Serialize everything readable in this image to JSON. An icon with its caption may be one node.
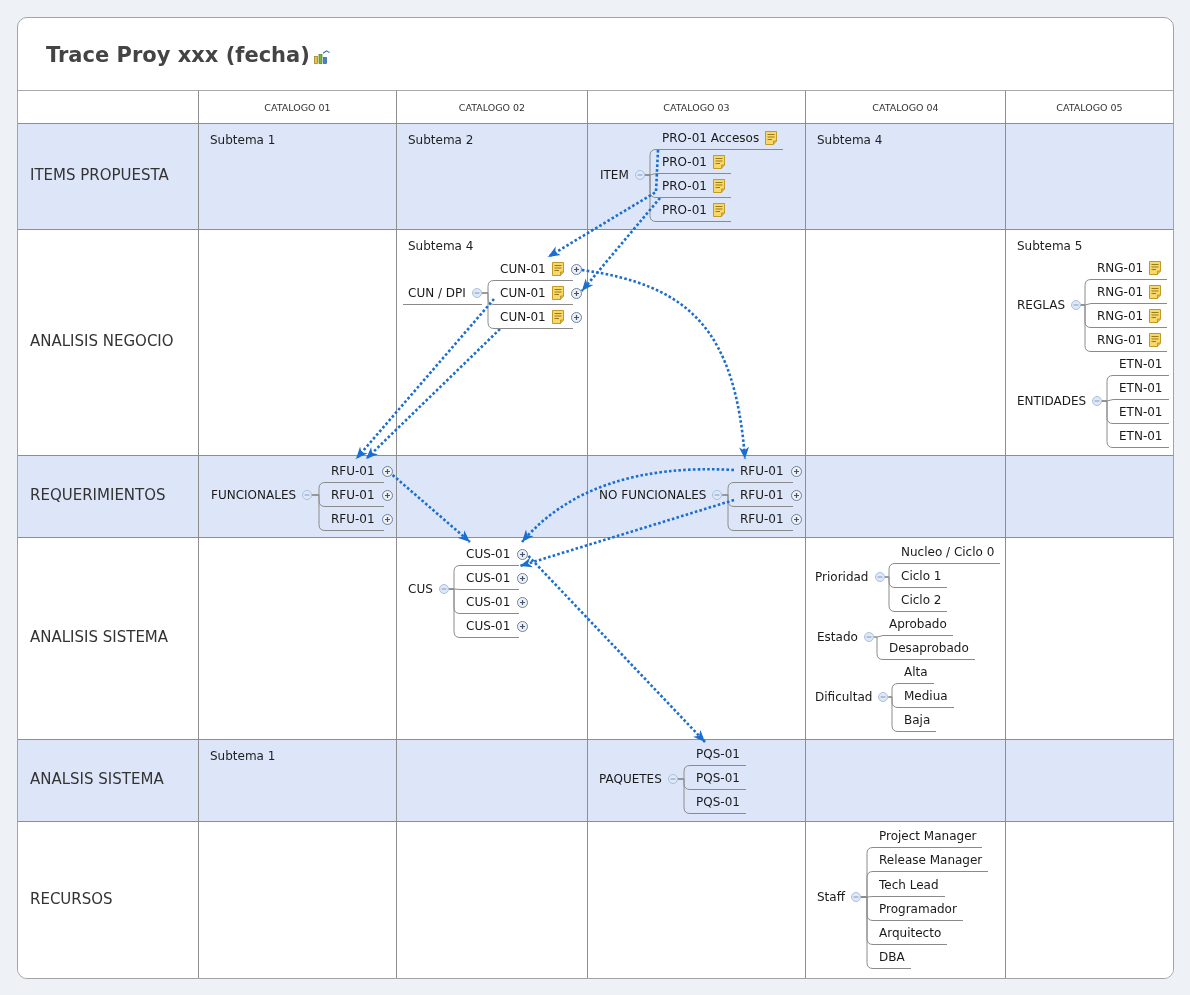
{
  "diagram": {
    "title": "Trace Proy xxx (fecha)",
    "nodes": [
      {
        "text": [
          "CATALOGO 01"
        ]
      },
      {
        "text": [
          "CATALOGO 02"
        ]
      },
      {
        "text": [
          "CATALOGO 03"
        ]
      },
      {
        "text": [
          "CATALOGO 04"
        ]
      },
      {
        "text": [
          "CATALOGO 05"
        ]
      },
      {
        "text": [
          "ITEMS PROPUESTA"
        ]
      },
      {
        "text": [
          "Subtema 1"
        ]
      },
      {
        "text": [
          "Subtema 2"
        ]
      },
      {
        "text": [],
        "shape": "box"
      },
      {
        "text": [
          "ITEM"
        ],
        "in": 8
      },
      {
        "text": [
          "PRO-01 Accesos"
        ],
        "in": 8
      },
      {
        "text": [
          "PRO-01"
        ],
        "in": 8
      },
      {
        "text": [
          "PRO-01"
        ],
        "in": 8
      },
      {
        "text": [
          "PRO-01"
        ],
        "in": 8
      },
      {
        "text": [
          "Subtema 4"
        ]
      },
      {
        "text": [
          "ANALISIS NEGOCIO"
        ]
      },
      {
        "text": [
          "Subtema 4"
        ]
      },
      {
        "text": [
          "CUN / DPI"
        ],
        "in": 16
      },
      {
        "text": [
          "CUN-01"
        ],
        "in": 16
      },
      {
        "text": [
          "CUN-01"
        ],
        "in": 16
      },
      {
        "text": [
          "CUN-01"
        ],
        "in": 16
      },
      {
        "text": [
          "Subtema 5"
        ]
      },
      {
        "text": [
          "REGLAS"
        ],
        "in": 21
      },
      {
        "text": [
          "RNG-01"
        ],
        "in": 21
      },
      {
        "text": [
          "RNG-01"
        ],
        "in": 21
      },
      {
        "text": [
          "RNG-01"
        ],
        "in": 21
      },
      {
        "text": [
          "RNG-01"
        ],
        "in": 21
      },
      {
        "text": [
          "ENTIDADES"
        ],
        "in": 21
      },
      {
        "text": [
          "ETN-01"
        ],
        "in": 21
      },
      {
        "text": [
          "ETN-01"
        ],
        "in": 21
      },
      {
        "text": [
          "ETN-01"
        ],
        "in": 21
      },
      {
        "text": [
          "ETN-01"
        ],
        "in": 21
      },
      {
        "text": [
          "REQUERIMIENTOS"
        ]
      },
      {
        "text": [],
        "shape": "box"
      },
      {
        "text": [
          "FUNCIONALES"
        ],
        "in": 33
      },
      {
        "text": [
          "RFU-01"
        ],
        "in": 33
      },
      {
        "text": [
          "RFU-01"
        ],
        "in": 33
      },
      {
        "text": [
          "RFU-01"
        ],
        "in": 33
      },
      {
        "text": [],
        "shape": "box"
      },
      {
        "text": [
          "NO FUNCIONALES"
        ],
        "in": 38
      },
      {
        "text": [
          "RFU-01"
        ],
        "in": 38
      },
      {
        "text": [
          "RFU-01"
        ],
        "in": 38
      },
      {
        "text": [
          "RFU-01"
        ],
        "in": 38
      },
      {
        "text": [
          "ANALISIS SISTEMA"
        ]
      },
      {
        "text": [],
        "shape": "box"
      },
      {
        "text": [
          "CUS"
        ],
        "in": 44
      },
      {
        "text": [
          "CUS-01"
        ],
        "in": 44
      },
      {
        "text": [
          "CUS-01"
        ],
        "in": 44
      },
      {
        "text": [
          "CUS-01"
        ],
        "in": 44
      },
      {
        "text": [
          "CUS-01"
        ],
        "in": 44
      },
      {
        "text": [],
        "shape": "box"
      },
      {
        "text": [
          "Prioridad"
        ],
        "in": 50
      },
      {
        "text": [
          "Nucleo / Ciclo 0"
        ],
        "in": 50
      },
      {
        "text": [
          "Ciclo 1"
        ],
        "in": 50
      },
      {
        "text": [
          "Ciclo 2"
        ],
        "in": 50
      },
      {
        "text": [
          "Estado"
        ],
        "in": 50
      },
      {
        "text": [
          "Aprobado"
        ],
        "in": 50
      },
      {
        "text": [
          "Desaprobado"
        ],
        "in": 50
      },
      {
        "text": [
          "Dificultad"
        ],
        "in": 50
      },
      {
        "text": [
          "Alta"
        ],
        "in": 50
      },
      {
        "text": [
          "Mediua"
        ],
        "in": 50
      },
      {
        "text": [
          "Baja"
        ],
        "in": 50
      },
      {
        "text": [
          "ANALSIS SISTEMA"
        ]
      },
      {
        "text": [
          "Subtema 1"
        ]
      },
      {
        "text": [],
        "shape": "box"
      },
      {
        "text": [
          "PAQUETES"
        ],
        "in": 64
      },
      {
        "text": [
          "PQS-01"
        ],
        "in": 64
      },
      {
        "text": [
          "PQS-01"
        ],
        "in": 64
      },
      {
        "text": [
          "PQS-01"
        ],
        "in": 64
      },
      {
        "text": [
          "RECURSOS"
        ]
      },
      {
        "text": [],
        "shape": "box"
      },
      {
        "text": [
          "Staff"
        ],
        "in": 70
      },
      {
        "text": [
          "Project Manager"
        ],
        "in": 70
      },
      {
        "text": [
          "Release Manager"
        ],
        "in": 70
      },
      {
        "text": [
          "Tech Lead"
        ],
        "in": 70
      },
      {
        "text": [
          "Programador"
        ],
        "in": 70
      },
      {
        "text": [
          "Arquitecto"
        ],
        "in": 70
      },
      {
        "text": [
          "DBA"
        ],
        "in": 70
      }
    ],
    "edges": [
      {
        "from": 9,
        "to": 10,
        "arrow": "none"
      },
      {
        "from": 9,
        "to": 11,
        "arrow": "none"
      },
      {
        "from": 9,
        "to": 12,
        "arrow": "none"
      },
      {
        "from": 9,
        "to": 13,
        "arrow": "none"
      },
      {
        "from": 17,
        "to": 18,
        "arrow": "none"
      },
      {
        "from": 17,
        "to": 19,
        "arrow": "none"
      },
      {
        "from": 17,
        "to": 20,
        "arrow": "none"
      },
      {
        "from": 22,
        "to": 23,
        "arrow": "none"
      },
      {
        "from": 22,
        "to": 24,
        "arrow": "none"
      },
      {
        "from": 22,
        "to": 25,
        "arrow": "none"
      },
      {
        "from": 22,
        "to": 26,
        "arrow": "none"
      },
      {
        "from": 27,
        "to": 28,
        "arrow": "none"
      },
      {
        "from": 27,
        "to": 29,
        "arrow": "none"
      },
      {
        "from": 27,
        "to": 30,
        "arrow": "none"
      },
      {
        "from": 27,
        "to": 31,
        "arrow": "none"
      },
      {
        "from": 34,
        "to": 35,
        "arrow": "none"
      },
      {
        "from": 34,
        "to": 36,
        "arrow": "none"
      },
      {
        "from": 34,
        "to": 37,
        "arrow": "none"
      },
      {
        "from": 39,
        "to": 40,
        "arrow": "none"
      },
      {
        "from": 39,
        "to": 41,
        "arrow": "none"
      },
      {
        "from": 39,
        "to": 42,
        "arrow": "none"
      },
      {
        "from": 45,
        "to": 46,
        "arrow": "none"
      },
      {
        "from": 45,
        "to": 47,
        "arrow": "none"
      },
      {
        "from": 45,
        "to": 48,
        "arrow": "none"
      },
      {
        "from": 45,
        "to": 49,
        "arrow": "none"
      },
      {
        "from": 51,
        "to": 52,
        "arrow": "none"
      },
      {
        "from": 51,
        "to": 53,
        "arrow": "none"
      },
      {
        "from": 51,
        "to": 54,
        "arrow": "none"
      },
      {
        "from": 55,
        "to": 56,
        "arrow": "none"
      },
      {
        "from": 55,
        "to": 57,
        "arrow": "none"
      },
      {
        "from": 58,
        "to": 59,
        "arrow": "none"
      },
      {
        "from": 58,
        "to": 60,
        "arrow": "none"
      },
      {
        "from": 58,
        "to": 61,
        "arrow": "none"
      },
      {
        "from": 65,
        "to": 66,
        "arrow": "none"
      },
      {
        "from": 65,
        "to": 67,
        "arrow": "none"
      },
      {
        "from": 65,
        "to": 68,
        "arrow": "none"
      },
      {
        "from": 71,
        "to": 72,
        "arrow": "none"
      },
      {
        "from": 71,
        "to": 73,
        "arrow": "none"
      },
      {
        "from": 71,
        "to": 74,
        "arrow": "none"
      },
      {
        "from": 71,
        "to": 75,
        "arrow": "none"
      },
      {
        "from": 71,
        "to": 76,
        "arrow": "none"
      },
      {
        "from": 71,
        "to": 77,
        "arrow": "none"
      },
      {
        "from": 10,
        "to": 18,
        "arrow": "to",
        "style": "dashed",
        "color": "#1b6ed0"
      },
      {
        "from": 12,
        "to": 19,
        "arrow": "to",
        "style": "dashed",
        "color": "#1b6ed0"
      },
      {
        "from": 18,
        "to": 40,
        "arrow": "to",
        "style": "dashed",
        "color": "#1b6ed0"
      },
      {
        "from": 19,
        "to": 35,
        "arrow": "to",
        "style": "dashed",
        "color": "#1b6ed0"
      },
      {
        "from": 20,
        "to": 35,
        "arrow": "to",
        "style": "dashed",
        "color": "#1b6ed0"
      },
      {
        "from": 35,
        "to": 46,
        "arrow": "to",
        "style": "dashed",
        "color": "#1b6ed0"
      },
      {
        "from": 40,
        "to": 46,
        "arrow": "to",
        "style": "dashed",
        "color": "#1b6ed0"
      },
      {
        "from": 41,
        "to": 47,
        "arrow": "to",
        "style": "dashed",
        "color": "#1b6ed0"
      },
      {
        "from": 46,
        "to": 66,
        "arrow": "to",
        "style": "dashed",
        "color": "#1b6ed0"
      }
    ]
  }
}
